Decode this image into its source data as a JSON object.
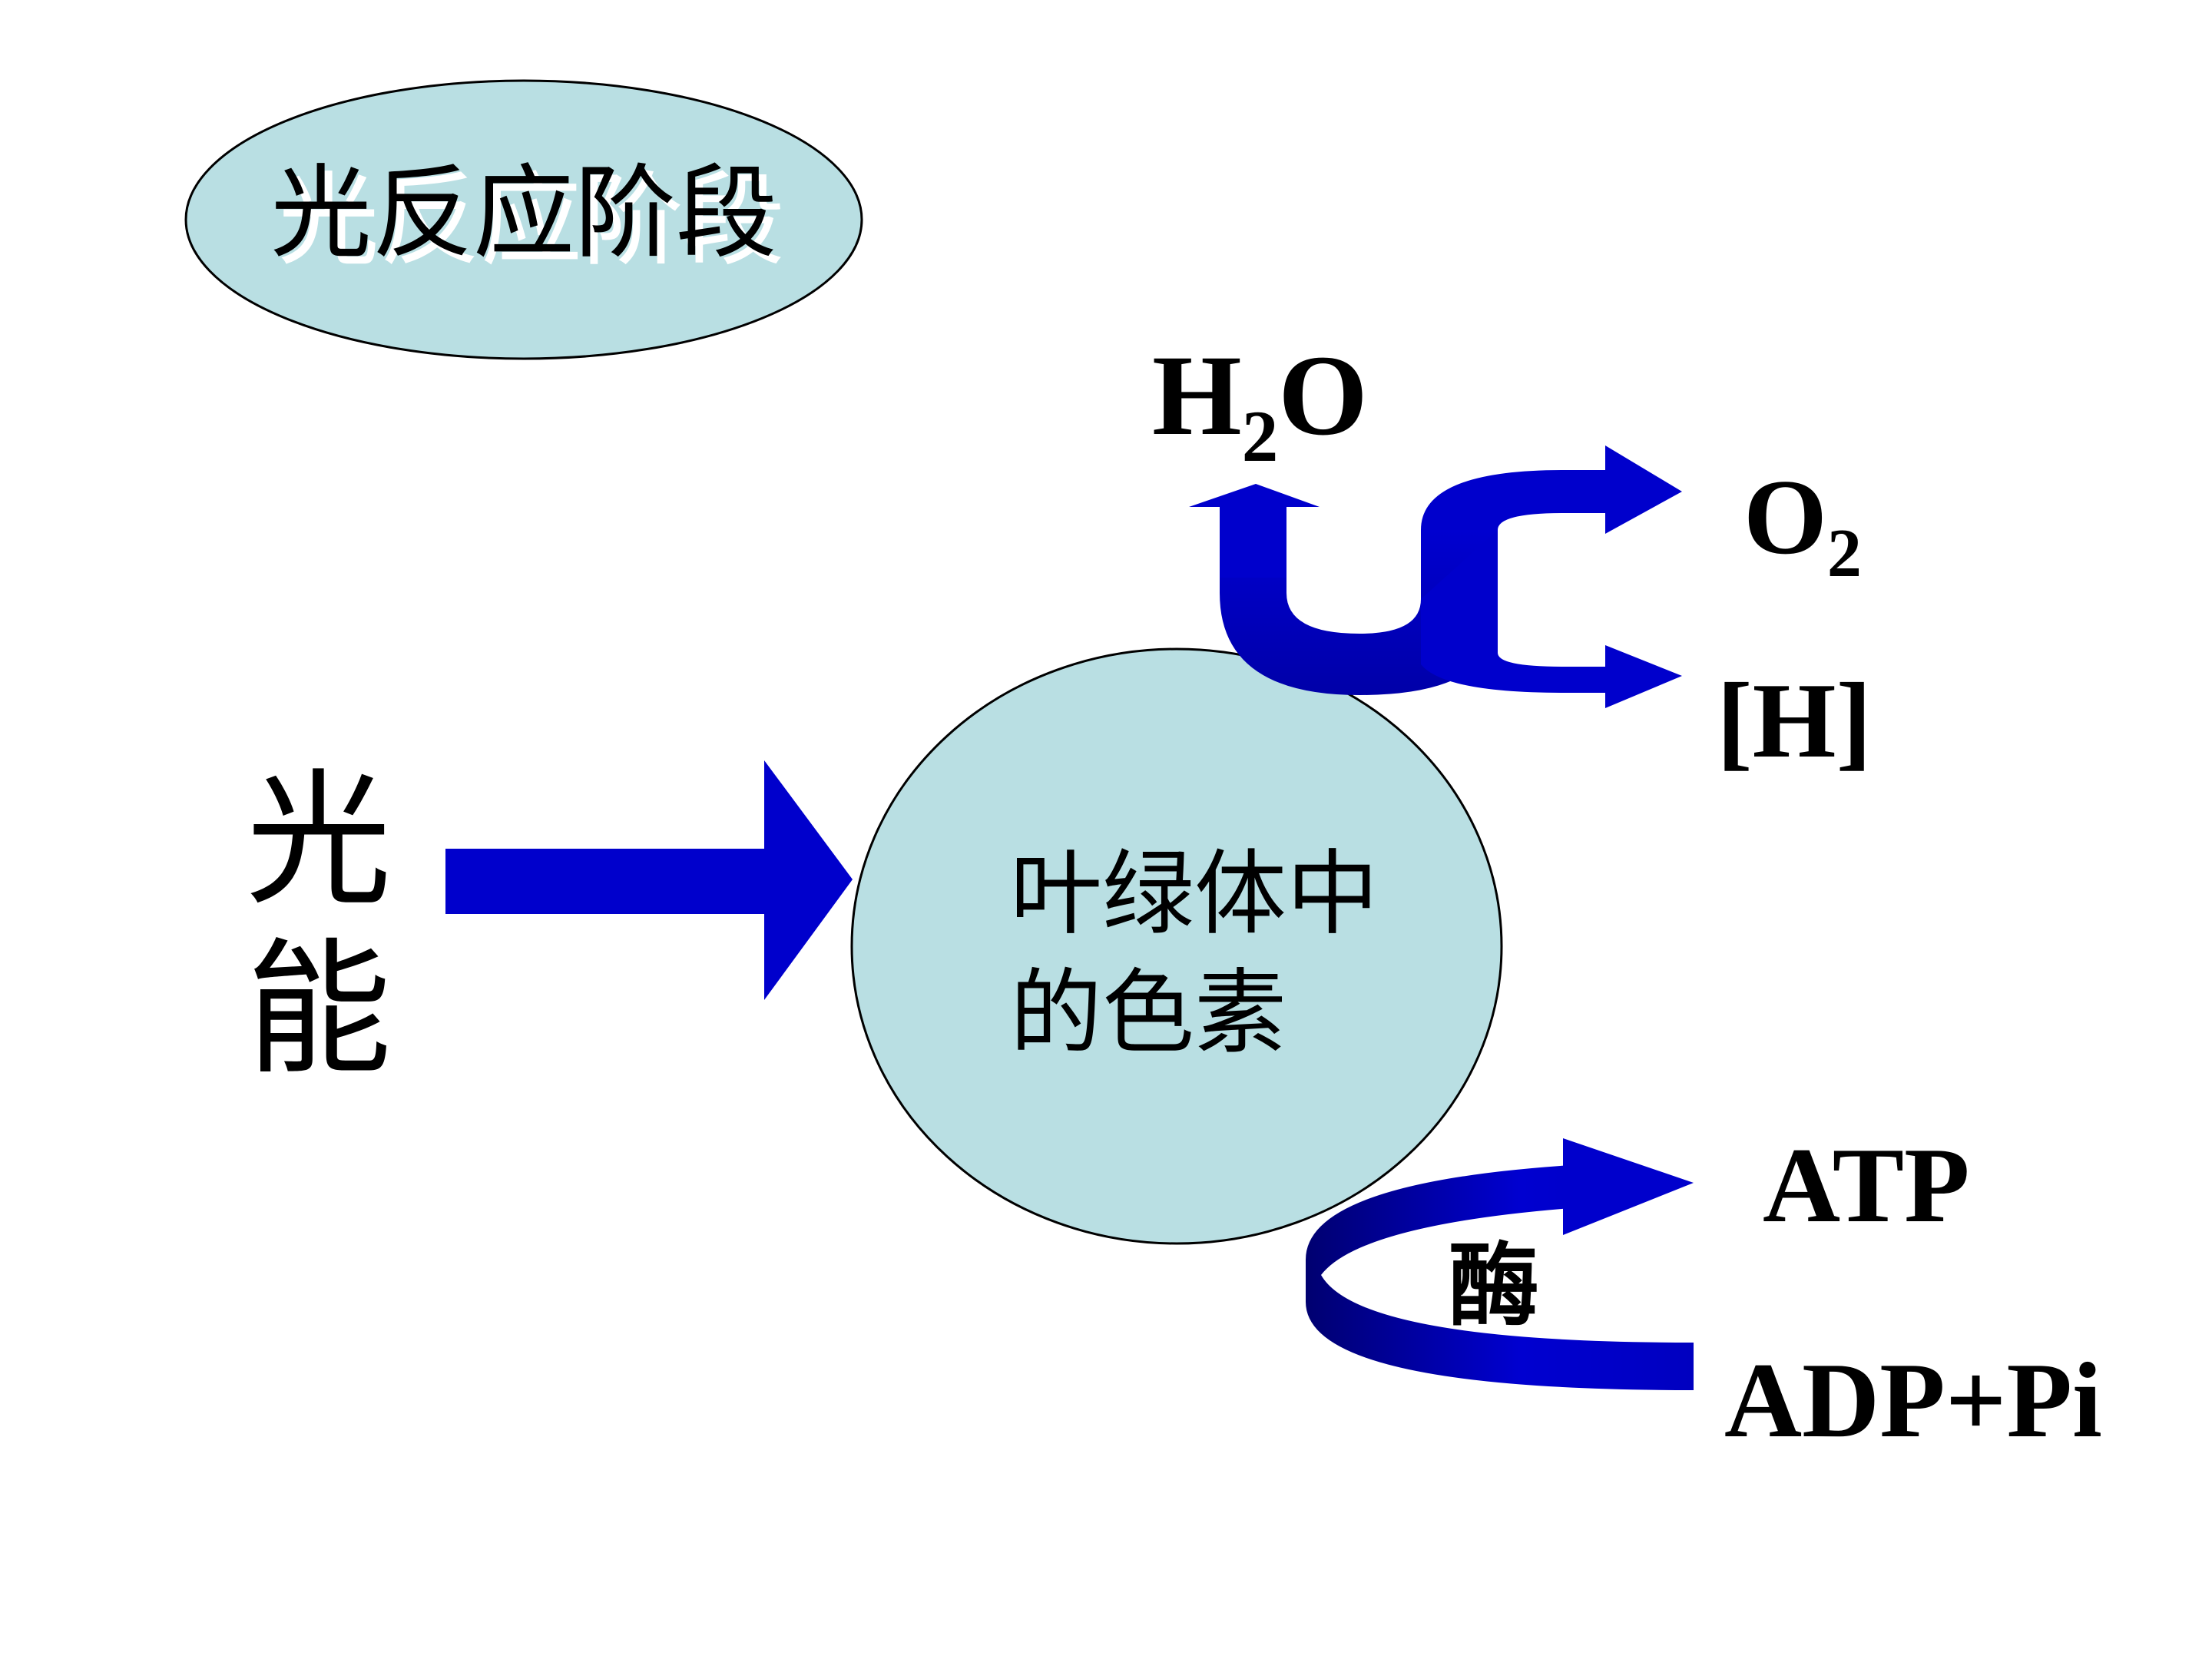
{
  "title": "光反应阶段",
  "light_energy": [
    "光",
    "能"
  ],
  "pigment": [
    "叶绿体中",
    "的色素"
  ],
  "water": {
    "main": "H",
    "sub": "2",
    "tail": "O"
  },
  "oxygen": {
    "main": "O",
    "sub": "2"
  },
  "hydrogen": "[H]",
  "atp": "ATP",
  "adp": "ADP+Pi",
  "enzyme": "酶",
  "colors": {
    "arrow": "#0000cc",
    "arrow_dark": "#000080",
    "fill": "#b9dfe3",
    "text": "#000000"
  }
}
